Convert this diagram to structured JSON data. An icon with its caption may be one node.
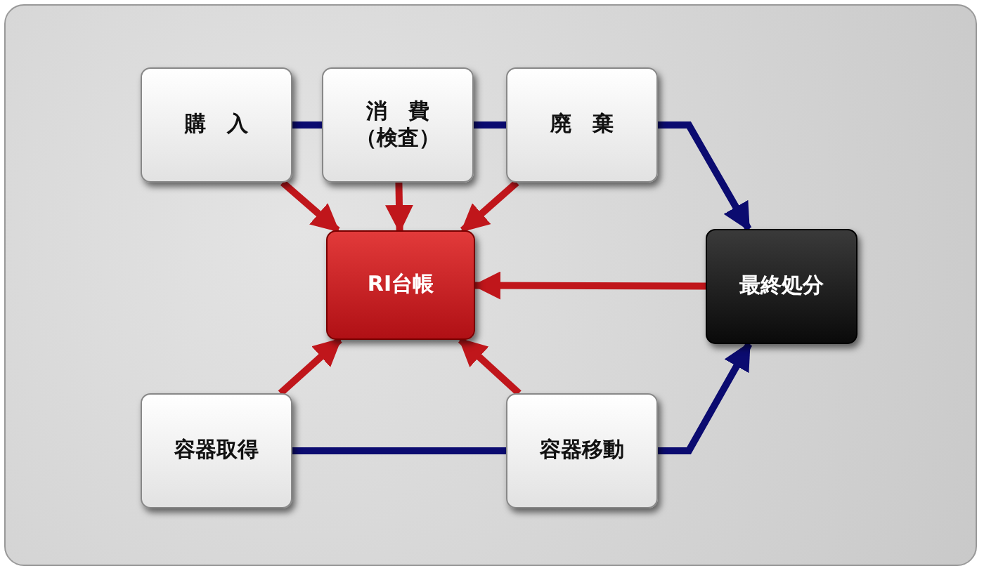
{
  "diagram": {
    "nodes": [
      {
        "text": [
          "購　入"
        ]
      },
      {
        "text": [
          "消　費（検査）"
        ]
      },
      {
        "text": [
          "廃　棄"
        ]
      },
      {
        "text": [
          "RI台帳"
        ]
      },
      {
        "text": [
          "最終処分"
        ]
      },
      {
        "text": [
          "容器取得"
        ]
      },
      {
        "text": [
          "容器移動"
        ]
      }
    ],
    "edges": [
      {
        "from": 0,
        "to": 3,
        "arrow": "to"
      },
      {
        "from": 1,
        "to": 3,
        "arrow": "to"
      },
      {
        "from": 2,
        "to": 3,
        "arrow": "to"
      },
      {
        "from": 4,
        "to": 3,
        "arrow": "to"
      },
      {
        "from": 5,
        "to": 3,
        "arrow": "to"
      },
      {
        "from": 6,
        "to": 3,
        "arrow": "to"
      },
      {
        "from": 0,
        "to": 1,
        "arrow": "none",
        "color": "#0b0b70"
      },
      {
        "from": 1,
        "to": 2,
        "arrow": "none",
        "color": "#0b0b70"
      },
      {
        "from": 2,
        "to": 4,
        "arrow": "to",
        "color": "#0b0b70"
      },
      {
        "from": 5,
        "to": 6,
        "arrow": "none",
        "color": "#0b0b70"
      },
      {
        "from": 6,
        "to": 4,
        "arrow": "to",
        "color": "#0b0b70"
      }
    ]
  }
}
